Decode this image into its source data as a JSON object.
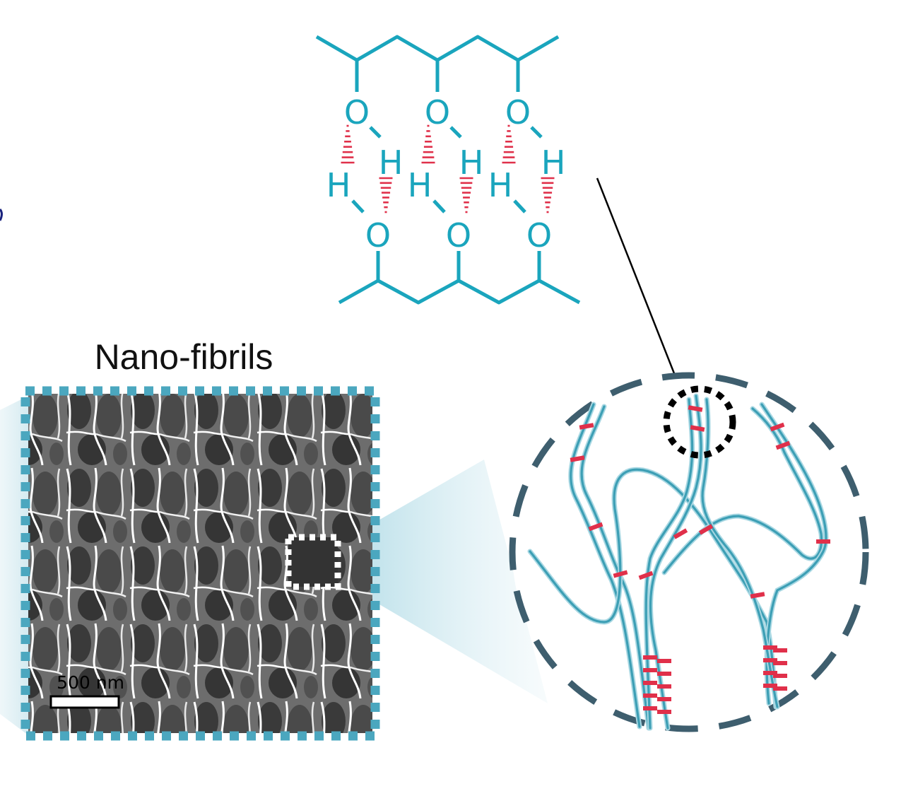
{
  "figure": {
    "sem_panel": {
      "title": "Nano-fibrils",
      "scale_bar_label": "500 nm"
    },
    "molecule": {
      "top_atoms": [
        "O",
        "O",
        "O"
      ],
      "bottom_atoms": [
        "O",
        "O",
        "O"
      ],
      "top_hydrogens": [
        "H",
        "H",
        "H"
      ],
      "bottom_hydrogens": [
        "H",
        "H",
        "H"
      ]
    },
    "colors": {
      "molecule": "#1aa5bd",
      "hydrogen_bond": "#e0304a",
      "panel_frame": "#4ba7bf",
      "circle_outline": "#3e5e6e",
      "fibril": "#3d9fb5"
    }
  }
}
